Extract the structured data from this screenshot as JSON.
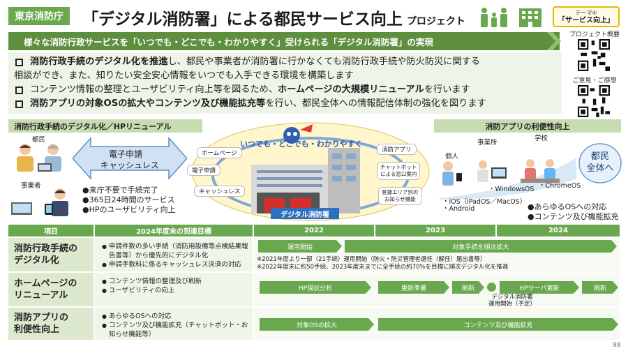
{
  "header": {
    "org": "東京消防庁",
    "title": "「デジタル消防署」による都民サービス向上",
    "title_suffix": "プロジェクト",
    "theme_line1": "テーマ④",
    "theme_line2": "「サービス向上」"
  },
  "qr": {
    "overview_label": "プロジェクト概要",
    "feedback_label": "ご意見・ご感想"
  },
  "banner": "様々な消防行政サービスを「いつでも・どこでも・わかりやすく」受けられる「デジタル消防署」の実現",
  "bullets": [
    {
      "bold": "消防行政手続のデジタル化を推進",
      "text1": "し、都民や事業者が消防署に行かなくても消防行政手続や防火防災に関する",
      "text2": "相談ができ、また、知りたい安全安心情報をいつでも入手できる環境を構築します"
    },
    {
      "pre": "コンテンツ情報の整理とユーザビリティ向上等を図るため、",
      "bold": "ホームページの大規模リニューアル",
      "post": "を行います"
    },
    {
      "bold": "消防アプリの対象OSの拡大やコンテンツ及び機能拡充等",
      "post": "を行い、都民全体への情報配信体制の強化を図ります"
    }
  ],
  "left_section": {
    "head": "消防行政手続のデジタル化／HPリニューアル",
    "citizen_label": "都民",
    "business_label": "事業者",
    "arrow_line1": "電子申請",
    "arrow_line2": "キャッシュレス",
    "benefits": [
      "●来庁不要で手続完了",
      "●365日24時間のサービス",
      "●HPのユーザビリティ向上"
    ]
  },
  "center": {
    "slogan": "いつでも・どこでも・わかりやすく",
    "bubbles": [
      "ホームページ",
      "電子申請",
      "キャッシュレス",
      "消防アプリ",
      "チャットボット",
      "による窓口案内",
      "登録エリア別の",
      "お知らせ機能"
    ],
    "station_label": "デジタル消防署"
  },
  "right_section": {
    "head": "消防アプリの利便性向上",
    "individual": "個人",
    "office": "事業所",
    "school": "学校",
    "os_windows": "・WindowsOS",
    "os_chrome": "・ChromeOS",
    "os_ios": "・iOS（iPadOS／MacOS）",
    "os_android": "・Android",
    "target_line1": "都民",
    "target_line2": "全体へ",
    "benefit1": "●あらゆるOSへの対応",
    "benefit2": "●コンテンツ及び機能拡充"
  },
  "table": {
    "headers": [
      "項目",
      "2024年度末の到達目標",
      "2022",
      "2023",
      "2024"
    ],
    "rows": [
      {
        "label1": "消防行政手続の",
        "label2": "デジタル化",
        "goals": [
          "申請件数の多い手続（消防用設備等点検結果報告書等）から優先的にデジタル化",
          "申請手数料に係るキャッシュレス決済の対応"
        ],
        "bars": [
          "運用開始",
          "対象手続を順次拡大"
        ],
        "note1": "※2021年度より一部（21手続）運用開始（防火・防災管理者選任（解任）届出書等）",
        "note2": "※2022年度末に約50手続、2023年度末までに全手続の約70%を目標に順次デジタル化を推進"
      },
      {
        "label1": "ホームページの",
        "label2": "リニューアル",
        "goals": [
          "コンテンツ情報の整理及び刷新",
          "ユーザビリティの向上"
        ],
        "bars": [
          "HP現状分析",
          "更新準備",
          "刷新",
          "HPサーバ更新",
          "刷新"
        ],
        "milestone1": "デジタル消防署",
        "milestone2": "運用開始（予定）"
      },
      {
        "label1": "消防アプリの",
        "label2": "利便性向上",
        "goals": [
          "あらゆるOSへの対応",
          "コンテンツ及び機能拡充（チャットボット・お知らせ機能等）"
        ],
        "bars": [
          "対象OSの拡大",
          "コンテンツ及び機能拡充"
        ]
      }
    ]
  },
  "page_number": "98",
  "colors": {
    "accent": "#6aa84f",
    "banner": "#5d8f3f",
    "light": "#dce9cf"
  }
}
